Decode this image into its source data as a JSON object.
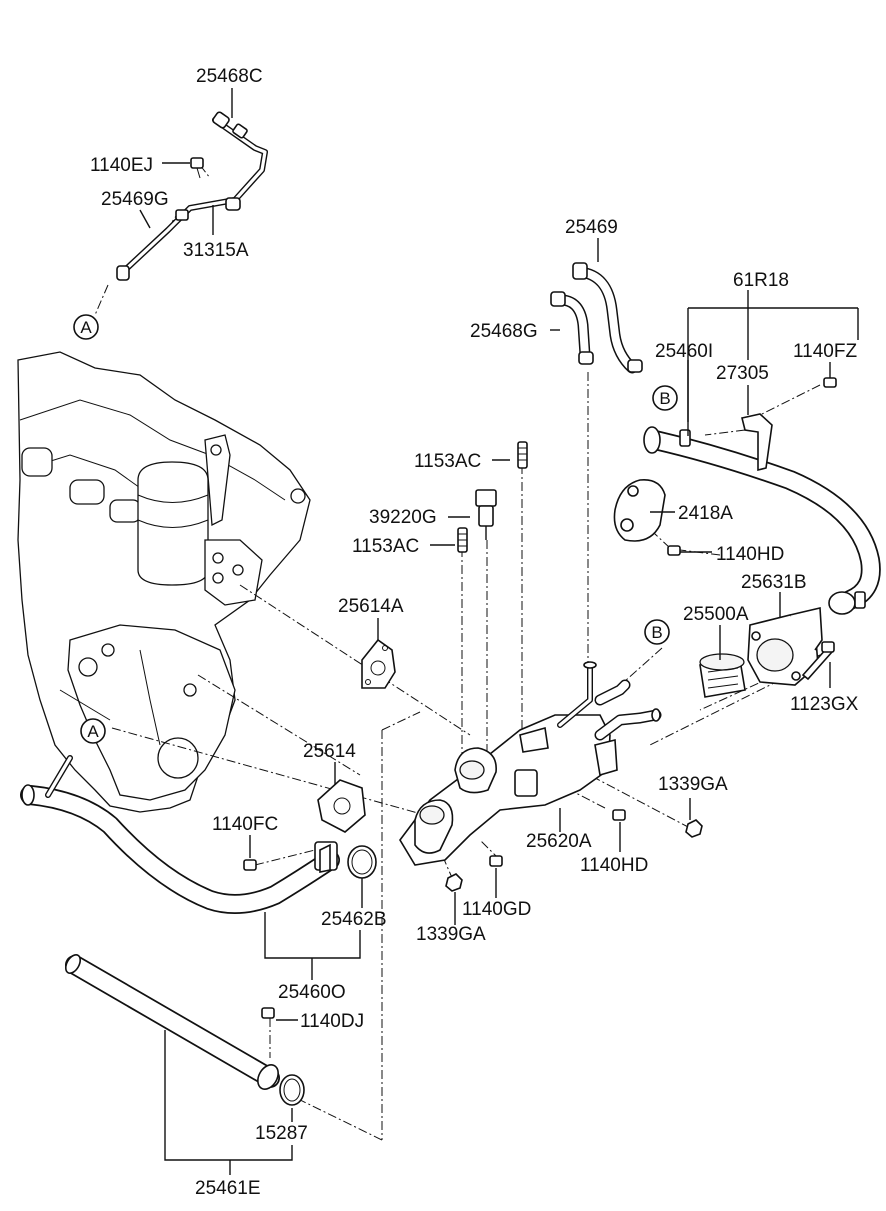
{
  "diagram": {
    "labels": {
      "p25468C": "25468C",
      "p1140EJ": "1140EJ",
      "p25469G": "25469G",
      "p31315A": "31315A",
      "p25469": "25469",
      "p61R18": "61R18",
      "p25468G": "25468G",
      "p25460I": "25460I",
      "p1140FZ": "1140FZ",
      "p27305": "27305",
      "p1153AC_top": "1153AC",
      "p39220G": "39220G",
      "p1153AC_mid": "1153AC",
      "p2418A": "2418A",
      "p1140HD_right": "1140HD",
      "p25631B": "25631B",
      "p25614A": "25614A",
      "p25500A": "25500A",
      "p1123GX": "1123GX",
      "p25614": "25614",
      "p1339GA_right": "1339GA",
      "p1140FC": "1140FC",
      "p25620A": "25620A",
      "p1140HD_low": "1140HD",
      "p25462B": "25462B",
      "p1140GD": "1140GD",
      "p1339GA_low": "1339GA",
      "p25460O": "25460O",
      "p1140DJ": "1140DJ",
      "p15287": "15287",
      "p25461E": "25461E"
    },
    "markers": {
      "A_top": "A",
      "B_top": "B",
      "B_mid": "B",
      "A_left": "A"
    }
  }
}
